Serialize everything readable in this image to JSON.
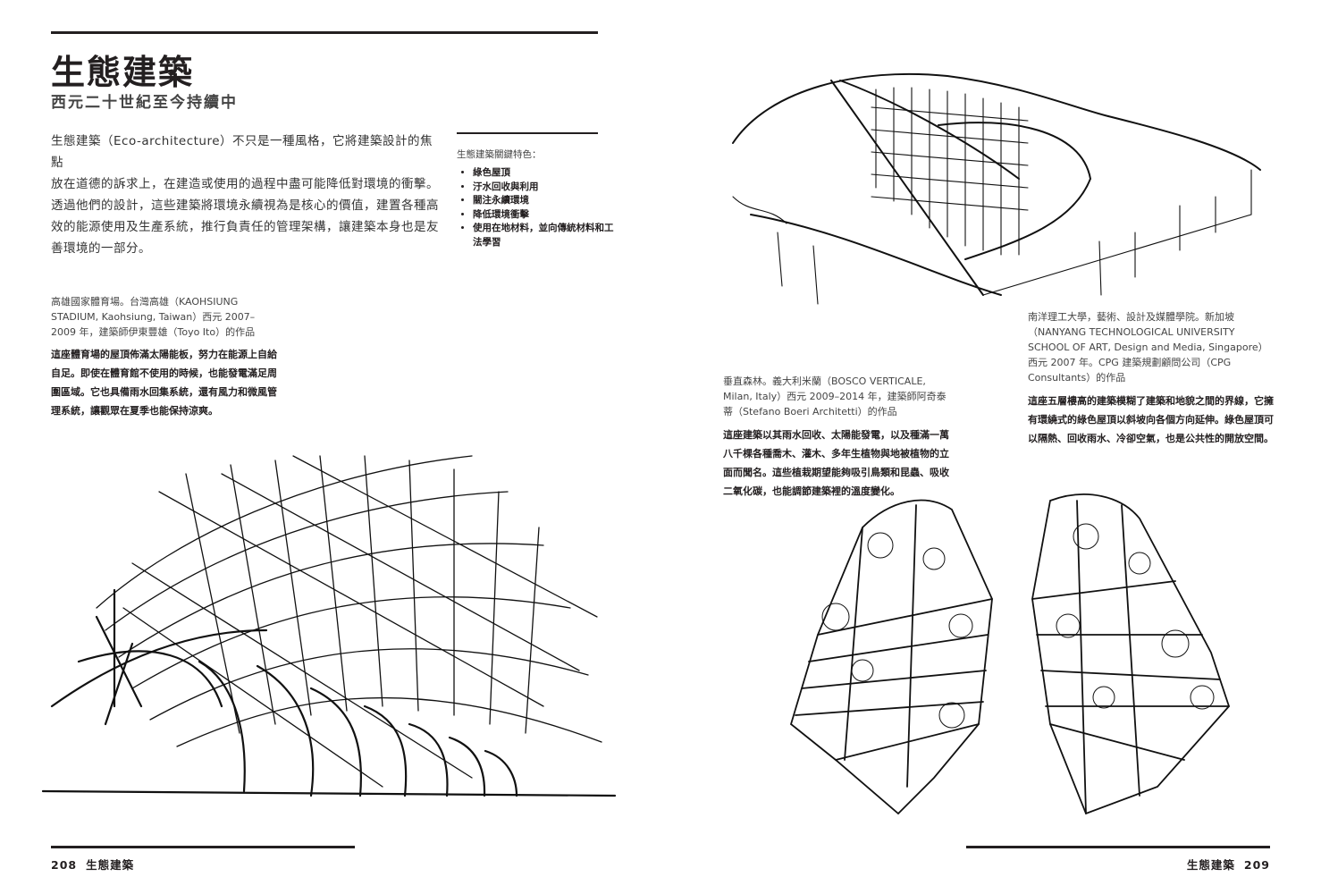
{
  "left_page": {
    "title": "生態建築",
    "subtitle": "西元二十世紀至今持續中",
    "intro_lines": [
      "生態建築（Eco-architecture）不只是一種風格，它將建築設計的焦點",
      "放在道德的訴求上，在建造或使用的過程中盡可能降低對環境的衝擊。",
      "透過他們的設計，這些建築將環境永續視為是核心的價值，建置各種高",
      "效的能源使用及生產系統，推行負責任的管理架構，讓建築本身也是友",
      "善環境的一部分。"
    ],
    "features": {
      "heading": "生態建築關鍵特色：",
      "items": [
        "綠色屋頂",
        "汙水回收與利用",
        "關注永續環境",
        "降低環境衝擊",
        "使用在地材料，並向傳統材料和工法學習"
      ]
    },
    "kaohsiung": {
      "caption_lines": [
        "高雄國家體育場。台灣高雄（KAOHSIUNG",
        "STADIUM, Kaohsiung, Taiwan）西元 2007–",
        "2009 年，建築師伊東豐雄（Toyo Ito）的作品"
      ],
      "body_lines": [
        "這座體育場的屋頂佈滿太陽能板，努力在能源上自給",
        "自足。即使在體育館不使用的時候，也能發電滿足周",
        "圍區域。它也具備雨水回集系統，還有風力和微風管",
        "理系統，讓觀眾在夏季也能保持涼爽。"
      ]
    },
    "folio": {
      "number": "208",
      "label": "生態建築"
    }
  },
  "right_page": {
    "bosco": {
      "caption_lines": [
        "垂直森林。義大利米蘭（BOSCO VERTICALE,",
        "Milan, Italy）西元 2009–2014 年，建築師阿奇泰",
        "蒂（Stefano Boeri Architetti）的作品"
      ],
      "body_lines": [
        "這座建築以其雨水回收、太陽能發電，以及種滿一萬",
        "八千棵各種喬木、灌木、多年生植物與地被植物的立",
        "面而聞名。這些植栽期望能夠吸引鳥類和昆蟲、吸收",
        "二氧化碳，也能調節建築裡的溫度變化。"
      ]
    },
    "nanyang": {
      "caption_lines": [
        "南洋理工大學，藝術、設計及媒體學院。新加坡",
        "（NANYANG TECHNOLOGICAL UNIVERSITY",
        "SCHOOL OF ART, Design and Media, Singapore）",
        "西元 2007 年。CPG 建築規劃顧問公司（CPG",
        "Consultants）的作品"
      ],
      "body_lines": [
        "這座五層樓高的建築模糊了建築和地貌之間的界線，它擁",
        "有環繞式的綠色屋頂以斜坡向各個方向延伸。綠色屋頂可",
        "以隔熱、回收雨水、冷卻空氣，也是公共性的開放空間。"
      ]
    },
    "folio": {
      "number": "209",
      "label": "生態建築"
    }
  }
}
